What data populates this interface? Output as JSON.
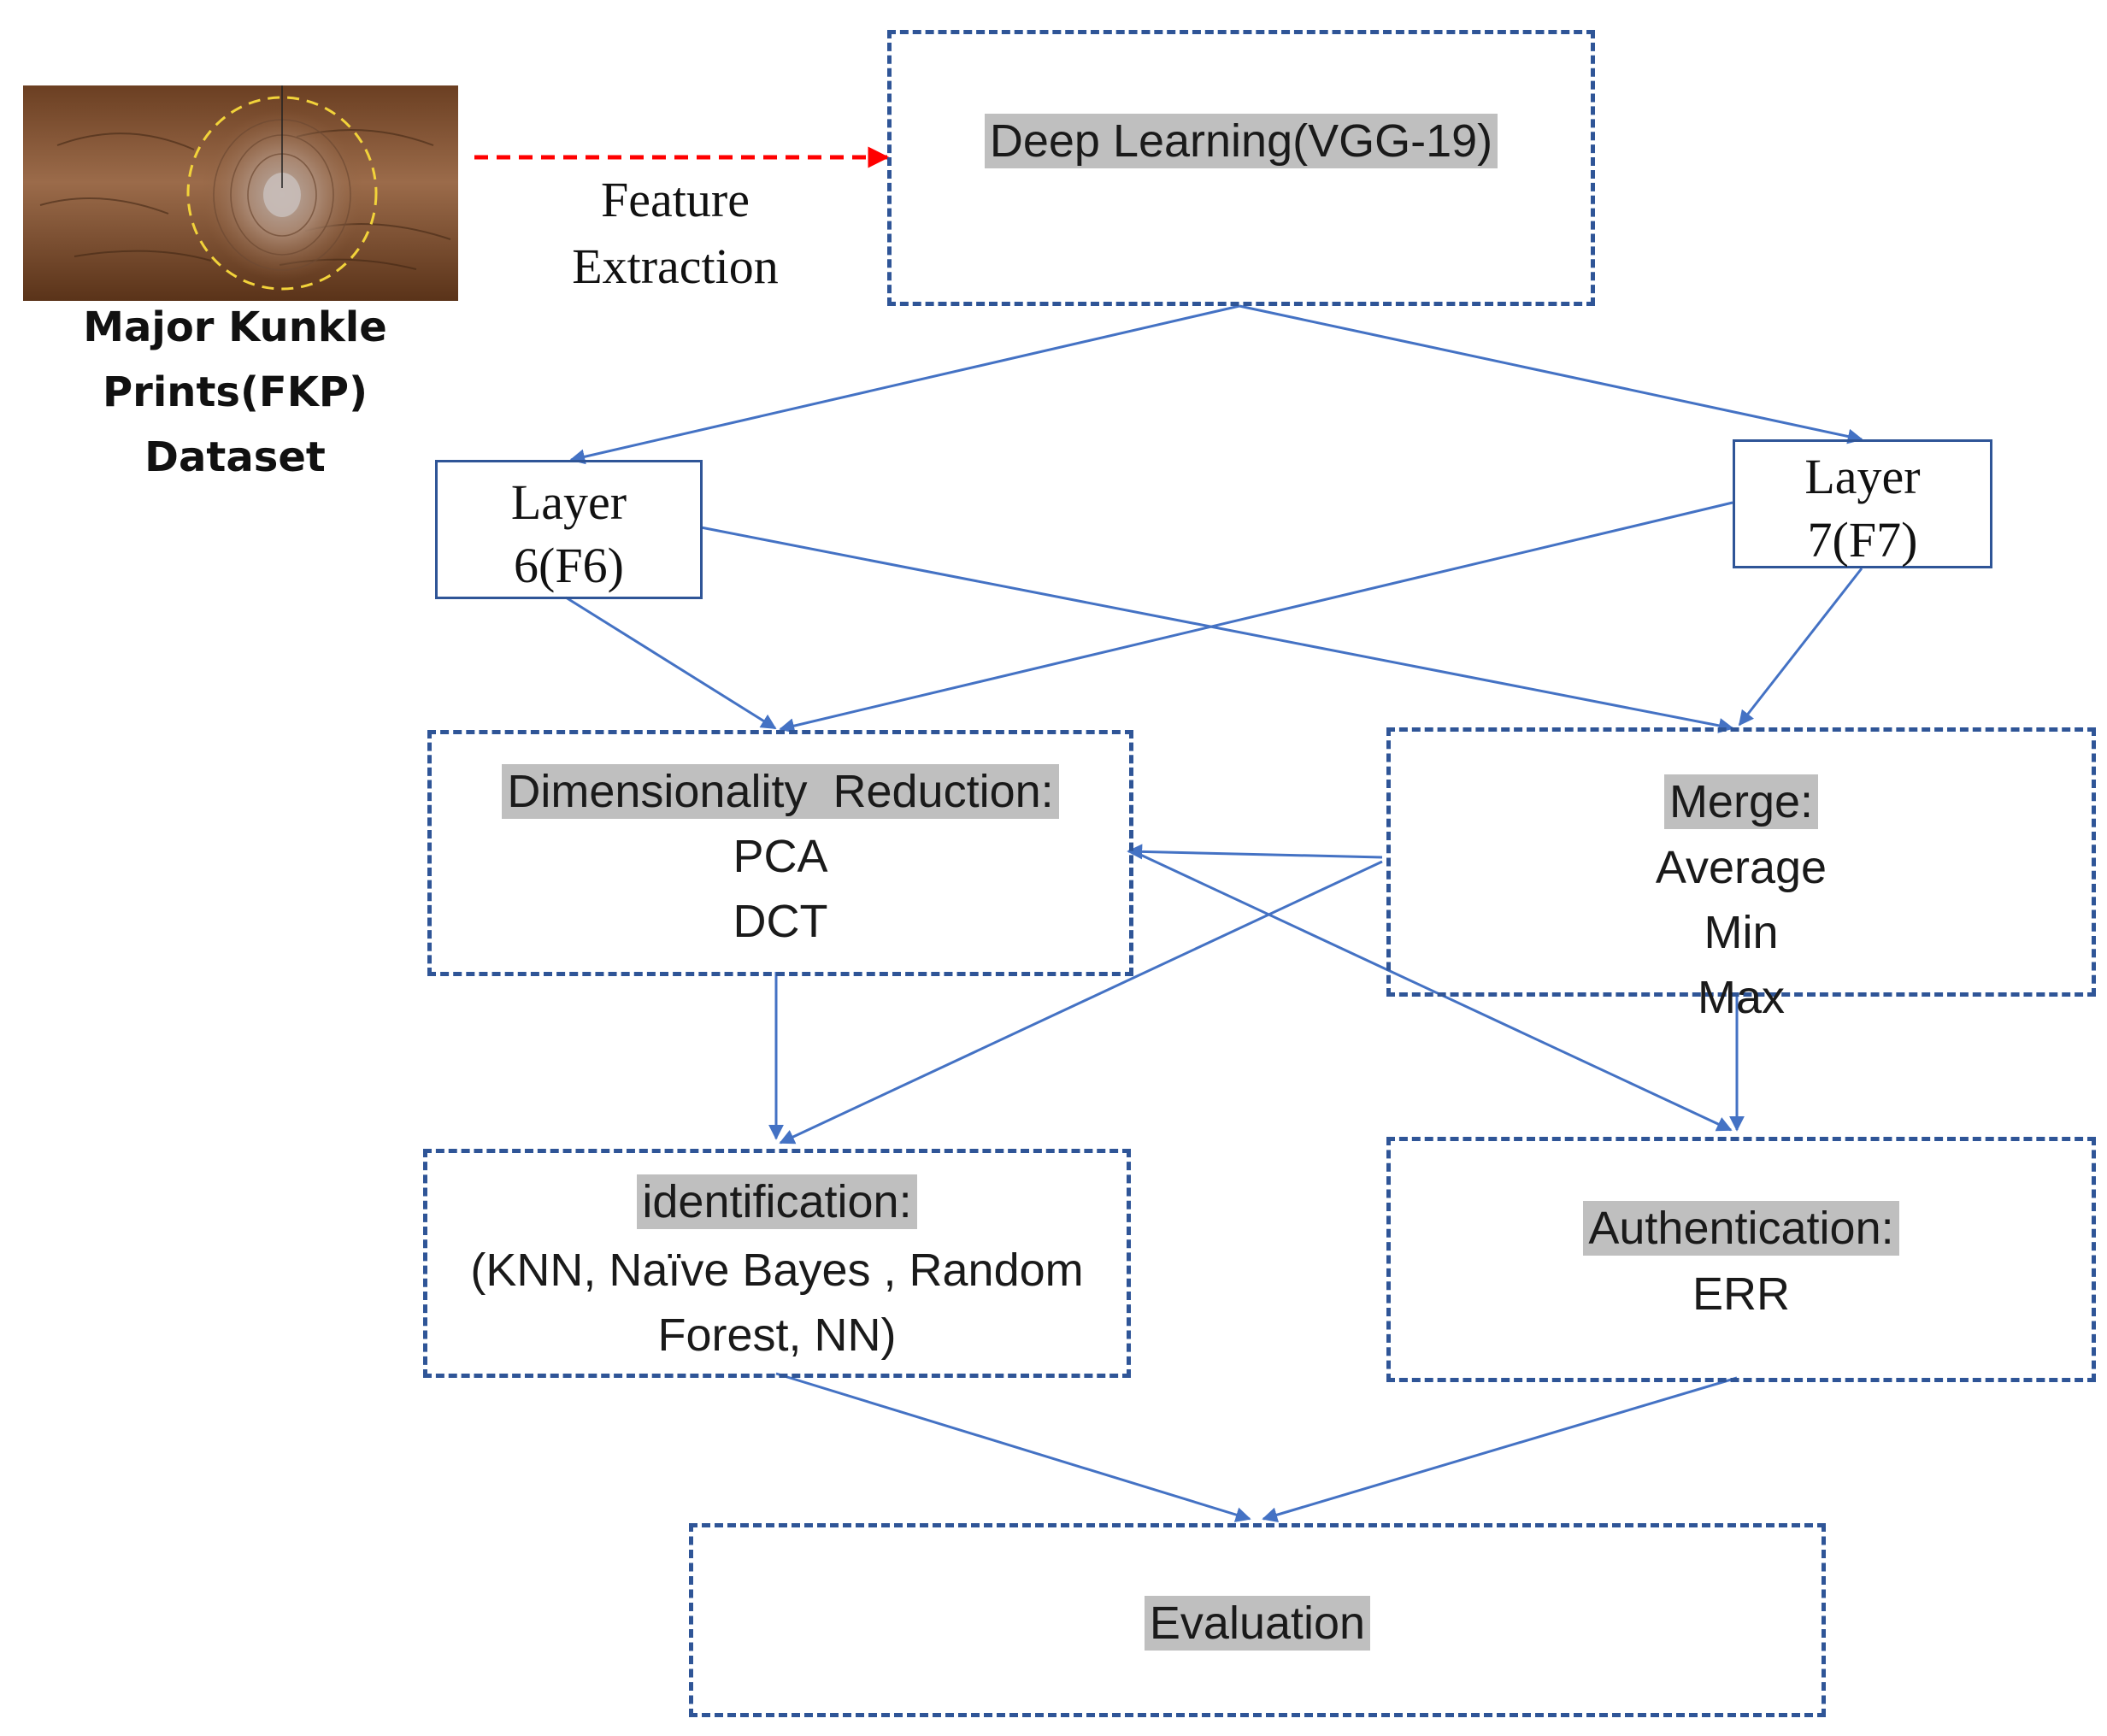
{
  "dataset": {
    "caption_lines": [
      "Major Kunkle",
      "Prints(FKP)",
      "Dataset"
    ]
  },
  "feature_extraction": {
    "lines": [
      "Feature",
      "Extraction"
    ]
  },
  "nodes": {
    "deep_learning": {
      "title": "Deep Learning(VGG-19)"
    },
    "layer6": {
      "lines": [
        "Layer",
        "6(F6)"
      ]
    },
    "layer7": {
      "lines": [
        "Layer",
        "7(F7)"
      ]
    },
    "dim_reduction": {
      "title": "Dimensionality  Reduction:",
      "items": [
        "PCA",
        "DCT"
      ]
    },
    "merge": {
      "title": "Merge:",
      "items": [
        "Average",
        "Min",
        "Max"
      ]
    },
    "identification": {
      "title": "identification:",
      "items": [
        "(KNN, Naïve Bayes , Random",
        "Forest, NN)"
      ]
    },
    "authentication": {
      "title": "Authentication:",
      "items": [
        "ERR"
      ]
    },
    "evaluation": {
      "title": "Evaluation"
    }
  },
  "colors": {
    "box_border": "#2F5597",
    "arrow": "#4472C4",
    "feature_arrow": "#FF0000",
    "title_highlight": "#BFBFBF",
    "ellipse": "#F2D33A"
  }
}
